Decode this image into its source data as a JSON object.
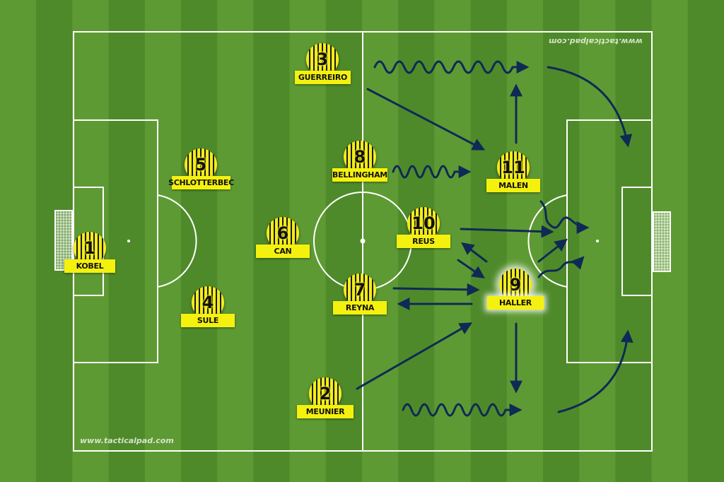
{
  "watermark_top": "www.tacticalpad.com",
  "watermark_bottom": "www.tacticalpad.com",
  "colors": {
    "grass_light": "#5e9a33",
    "grass_dark": "#4f8a2a",
    "line": "#ffffff",
    "arrow": "#0f2a55",
    "shirt_yellow": "#f3ec1a",
    "plate_yellow": "#f5f10f"
  },
  "players": [
    {
      "number": "1",
      "name": "KOBEL"
    },
    {
      "number": "3",
      "name": "GUERREIRO"
    },
    {
      "number": "5",
      "name": "SCHLOTTERBEC"
    },
    {
      "number": "4",
      "name": "SULE"
    },
    {
      "number": "2",
      "name": "MEUNIER"
    },
    {
      "number": "6",
      "name": "CAN"
    },
    {
      "number": "8",
      "name": "BELLINGHAM"
    },
    {
      "number": "7",
      "name": "REYNA"
    },
    {
      "number": "10",
      "name": "REUS"
    },
    {
      "number": "11",
      "name": "MALEN"
    },
    {
      "number": "9",
      "name": "HALLER",
      "highlighted": true
    }
  ]
}
